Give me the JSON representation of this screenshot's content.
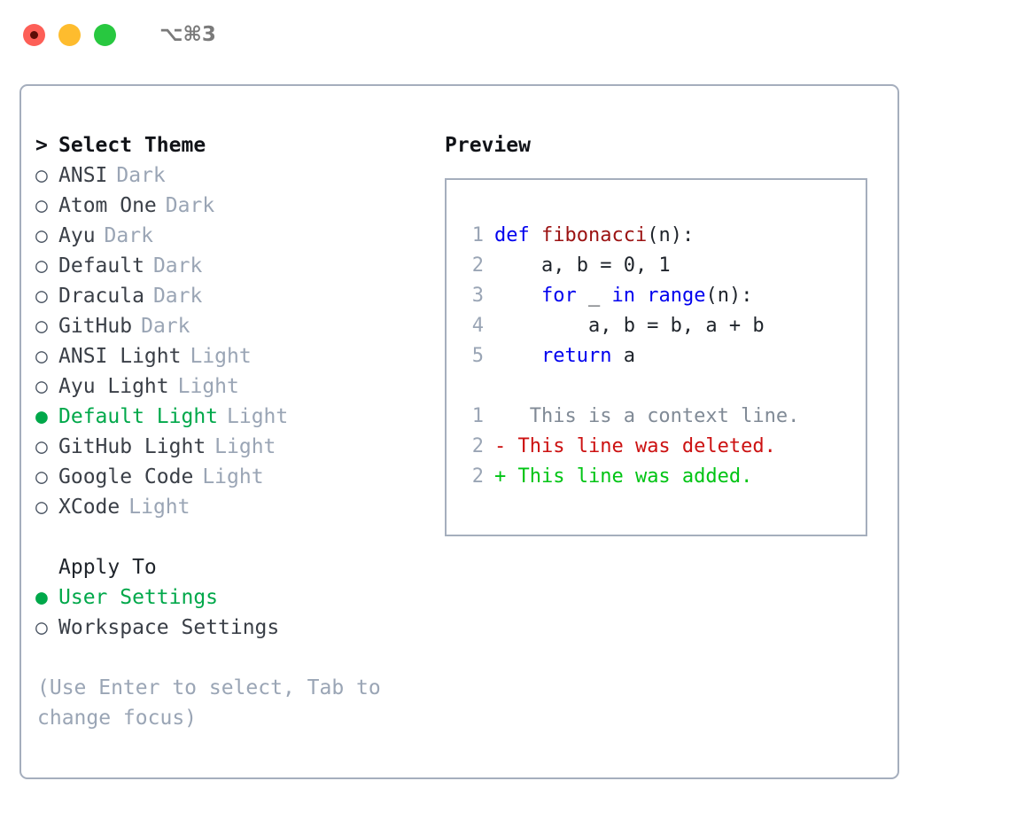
{
  "window": {
    "title": "⌥⌘3",
    "traffic_lights": [
      {
        "name": "close",
        "color": "#fd5f57"
      },
      {
        "name": "minimize",
        "color": "#febc2e"
      },
      {
        "name": "maximize",
        "color": "#28c840"
      }
    ]
  },
  "theme_picker": {
    "heading_marker": ">",
    "heading": "Select Theme",
    "items": [
      {
        "marker": "○",
        "label": "ANSI",
        "variant": "Dark",
        "selected": false
      },
      {
        "marker": "○",
        "label": "Atom One",
        "variant": "Dark",
        "selected": false
      },
      {
        "marker": "○",
        "label": "Ayu",
        "variant": "Dark",
        "selected": false
      },
      {
        "marker": "○",
        "label": "Default",
        "variant": "Dark",
        "selected": false
      },
      {
        "marker": "○",
        "label": "Dracula",
        "variant": "Dark",
        "selected": false
      },
      {
        "marker": "○",
        "label": "GitHub",
        "variant": "Dark",
        "selected": false
      },
      {
        "marker": "○",
        "label": "ANSI Light",
        "variant": "Light",
        "selected": false
      },
      {
        "marker": "○",
        "label": "Ayu Light",
        "variant": "Light",
        "selected": false
      },
      {
        "marker": "●",
        "label": "Default Light",
        "variant": "Light",
        "selected": true
      },
      {
        "marker": "○",
        "label": "GitHub Light",
        "variant": "Light",
        "selected": false
      },
      {
        "marker": "○",
        "label": "Google Code",
        "variant": "Light",
        "selected": false
      },
      {
        "marker": "○",
        "label": "XCode",
        "variant": "Light",
        "selected": false
      }
    ]
  },
  "apply_to": {
    "title": "Apply To",
    "items": [
      {
        "marker": "●",
        "label": "User Settings",
        "selected": true
      },
      {
        "marker": "○",
        "label": "Workspace Settings",
        "selected": false
      }
    ]
  },
  "hint": "(Use Enter to select, Tab to change focus)",
  "preview": {
    "title": "Preview",
    "code_lines": [
      {
        "number": "1",
        "tokens": [
          {
            "t": "def ",
            "c": "kw"
          },
          {
            "t": "fibonacci",
            "c": "fn"
          },
          {
            "t": "(n):",
            "c": "pl"
          }
        ]
      },
      {
        "number": "2",
        "tokens": [
          {
            "t": "    a, b = 0, 1",
            "c": "pl"
          }
        ]
      },
      {
        "number": "3",
        "tokens": [
          {
            "t": "    ",
            "c": "pl"
          },
          {
            "t": "for",
            "c": "kw"
          },
          {
            "t": " _ ",
            "c": "pl"
          },
          {
            "t": "in",
            "c": "kw"
          },
          {
            "t": " ",
            "c": "pl"
          },
          {
            "t": "range",
            "c": "kw"
          },
          {
            "t": "(n):",
            "c": "pl"
          }
        ]
      },
      {
        "number": "4",
        "tokens": [
          {
            "t": "        a, b = b, a + b",
            "c": "pl"
          }
        ]
      },
      {
        "number": "5",
        "tokens": [
          {
            "t": "    ",
            "c": "pl"
          },
          {
            "t": "return",
            "c": "kw"
          },
          {
            "t": " a",
            "c": "pl"
          }
        ]
      }
    ],
    "diff_lines": [
      {
        "number": "1",
        "sign": " ",
        "text": "  This is a context line.",
        "cls": "ctx"
      },
      {
        "number": "2",
        "sign": "-",
        "text": " This line was deleted.",
        "cls": "del"
      },
      {
        "number": "2",
        "sign": "+",
        "text": " This line was added.",
        "cls": "add"
      }
    ]
  },
  "colors": {
    "accent_green": "#00a84a",
    "keyword_blue": "#0000ee",
    "function_red": "#9b1212",
    "diff_deleted": "#cc1111",
    "diff_added": "#00c414",
    "muted": "#9aa5b5",
    "border": "#a5aebd"
  }
}
